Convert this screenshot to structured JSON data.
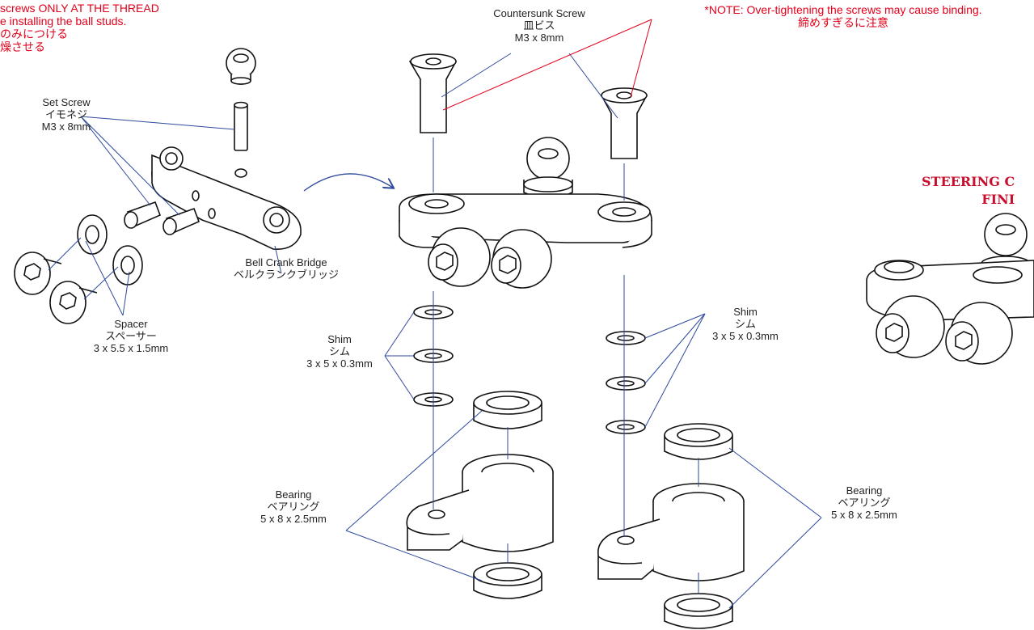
{
  "notes": {
    "left": [
      "screws ONLY AT THE THREAD",
      "e installing the ball studs.",
      "のみにつける",
      "燥させる"
    ],
    "right": [
      "*NOTE: Over-tightening the screws may cause binding.",
      "締めすぎるに注意"
    ]
  },
  "title": [
    "STEERING C",
    "FINI"
  ],
  "labels": {
    "set_screw": [
      "Set Screw",
      "イモネジ",
      "M3 x 8mm"
    ],
    "countersunk": [
      "Countersunk Screw",
      "皿ビス",
      "M3 x 8mm"
    ],
    "bell_crank": [
      "Bell Crank Bridge",
      "ベルクランクブリッジ"
    ],
    "spacer": [
      "Spacer",
      "スペーサー",
      "3 x 5.5 x 1.5mm"
    ],
    "shim_left": [
      "Shim",
      "シム",
      "3 x 5 x 0.3mm"
    ],
    "shim_right": [
      "Shim",
      "シム",
      "3 x 5 x 0.3mm"
    ],
    "bearing_left": [
      "Bearing",
      "ベアリング",
      "5 x 8 x 2.5mm"
    ],
    "bearing_right": [
      "Bearing",
      "ベアリング",
      "5 x 8 x 2.5mm"
    ]
  },
  "colors": {
    "leader": "#2e4a9c",
    "warning": "#e2001a",
    "title": "#c8102e"
  }
}
